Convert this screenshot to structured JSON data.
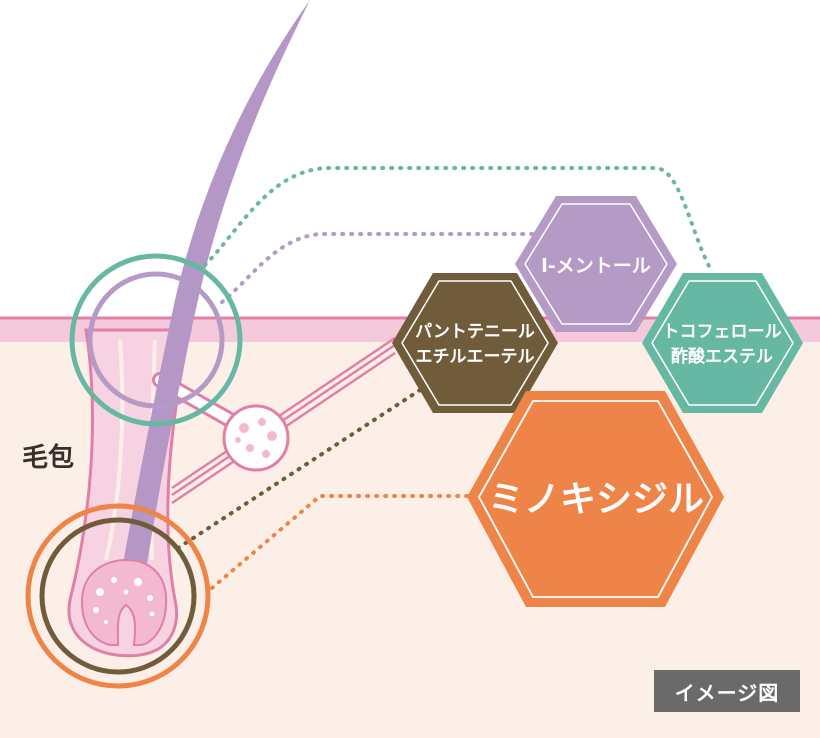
{
  "labels": {
    "follicle": "毛包",
    "image_note": "イメージ図"
  },
  "ingredients": [
    {
      "id": "menthol",
      "line1": "l-メントール",
      "line2": "",
      "color": "#b49ac4"
    },
    {
      "id": "panthenyl",
      "line1": "パントテニール",
      "line2": "エチルエーテル",
      "color": "#705c3a"
    },
    {
      "id": "tocopherol",
      "line1": "トコフェロール",
      "line2": "酢酸エステル",
      "color": "#67b8a2"
    },
    {
      "id": "minoxidil",
      "line1": "ミノキシジル",
      "line2": "",
      "color": "#ef8448"
    }
  ],
  "colors": {
    "skin": "#fcefe8",
    "skin_surface": "#f3c9db",
    "skin_line": "#e27fa9",
    "hair": "#b497c6",
    "bulb": "#f2b9d0",
    "upper_ring": "#67b8a2",
    "inner_ring": "#b49ac4",
    "lower_ring_outer": "#ef8448",
    "lower_ring_inner": "#705c3a",
    "badge": "#6a6a6a"
  }
}
